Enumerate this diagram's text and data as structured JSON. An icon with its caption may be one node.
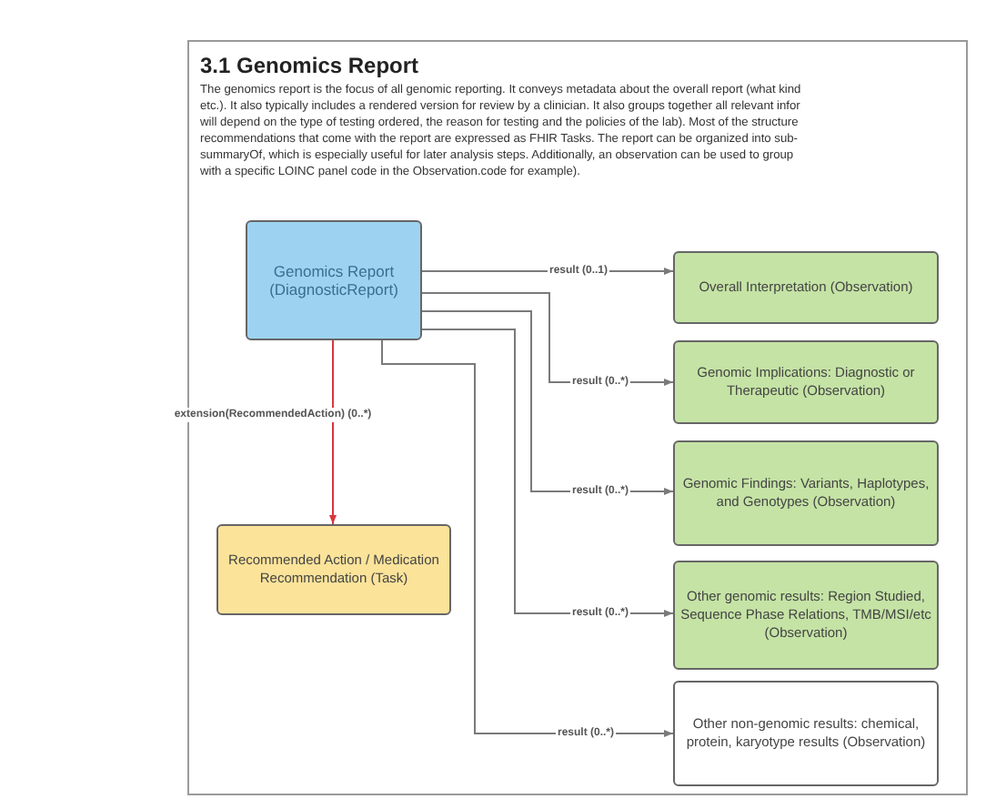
{
  "diagram": {
    "title": "3.1 Genomics Report",
    "nodes": [
      {
        "text": [
          "Genomics Report (DiagnosticReport)"
        ]
      },
      {
        "text": [
          "Overall Interpretation (Observation)"
        ]
      },
      {
        "text": [
          "Genomic Implications: Diagnostic or Therapeutic (Observation)"
        ]
      },
      {
        "text": [
          "Genomic Findings: Variants, Haplotypes, and Genotypes (Observation)"
        ]
      },
      {
        "text": [
          "Other genomic results: Region Studied, Sequence Phase Relations, TMB/MSI/etc (Observation)"
        ]
      },
      {
        "text": [
          "Other non-genomic results: chemical, protein, karyotype results (Observation)"
        ]
      },
      {
        "text": [
          "Recommended Action / Medication Recommendation (Task)"
        ]
      }
    ],
    "edges": [
      {
        "from": 0,
        "to": 1,
        "arrow": "to",
        "label": "result (0..1)"
      },
      {
        "from": 0,
        "to": 2,
        "arrow": "to",
        "label": "result (0..*)"
      },
      {
        "from": 0,
        "to": 3,
        "arrow": "to",
        "label": "result (0..*)"
      },
      {
        "from": 0,
        "to": 4,
        "arrow": "to",
        "label": "result (0..*)"
      },
      {
        "from": 0,
        "to": 5,
        "arrow": "to",
        "label": "result (0..*)"
      },
      {
        "from": 0,
        "to": 6,
        "arrow": "to",
        "label": "extension(RecommendedAction) (0..*)",
        "color": "#d9363e"
      }
    ],
    "labels": [
      "The genomics report is the focus of all genomic reporting. It conveys metadata about the overall report (what kind",
      "etc.). It also typically includes a rendered version for review by a clinician. It also groups together all relevant infor",
      "will depend on the type of testing ordered, the reason for testing and the policies of the lab). Most of the structure",
      "recommendations that come with the report are expressed as FHIR Tasks. The report can be organized into sub-",
      "summaryOf, which is especially useful for later analysis steps. Additionally, an observation can be used to group",
      "with a specific LOINC panel code in the Observation.code for example)."
    ]
  }
}
